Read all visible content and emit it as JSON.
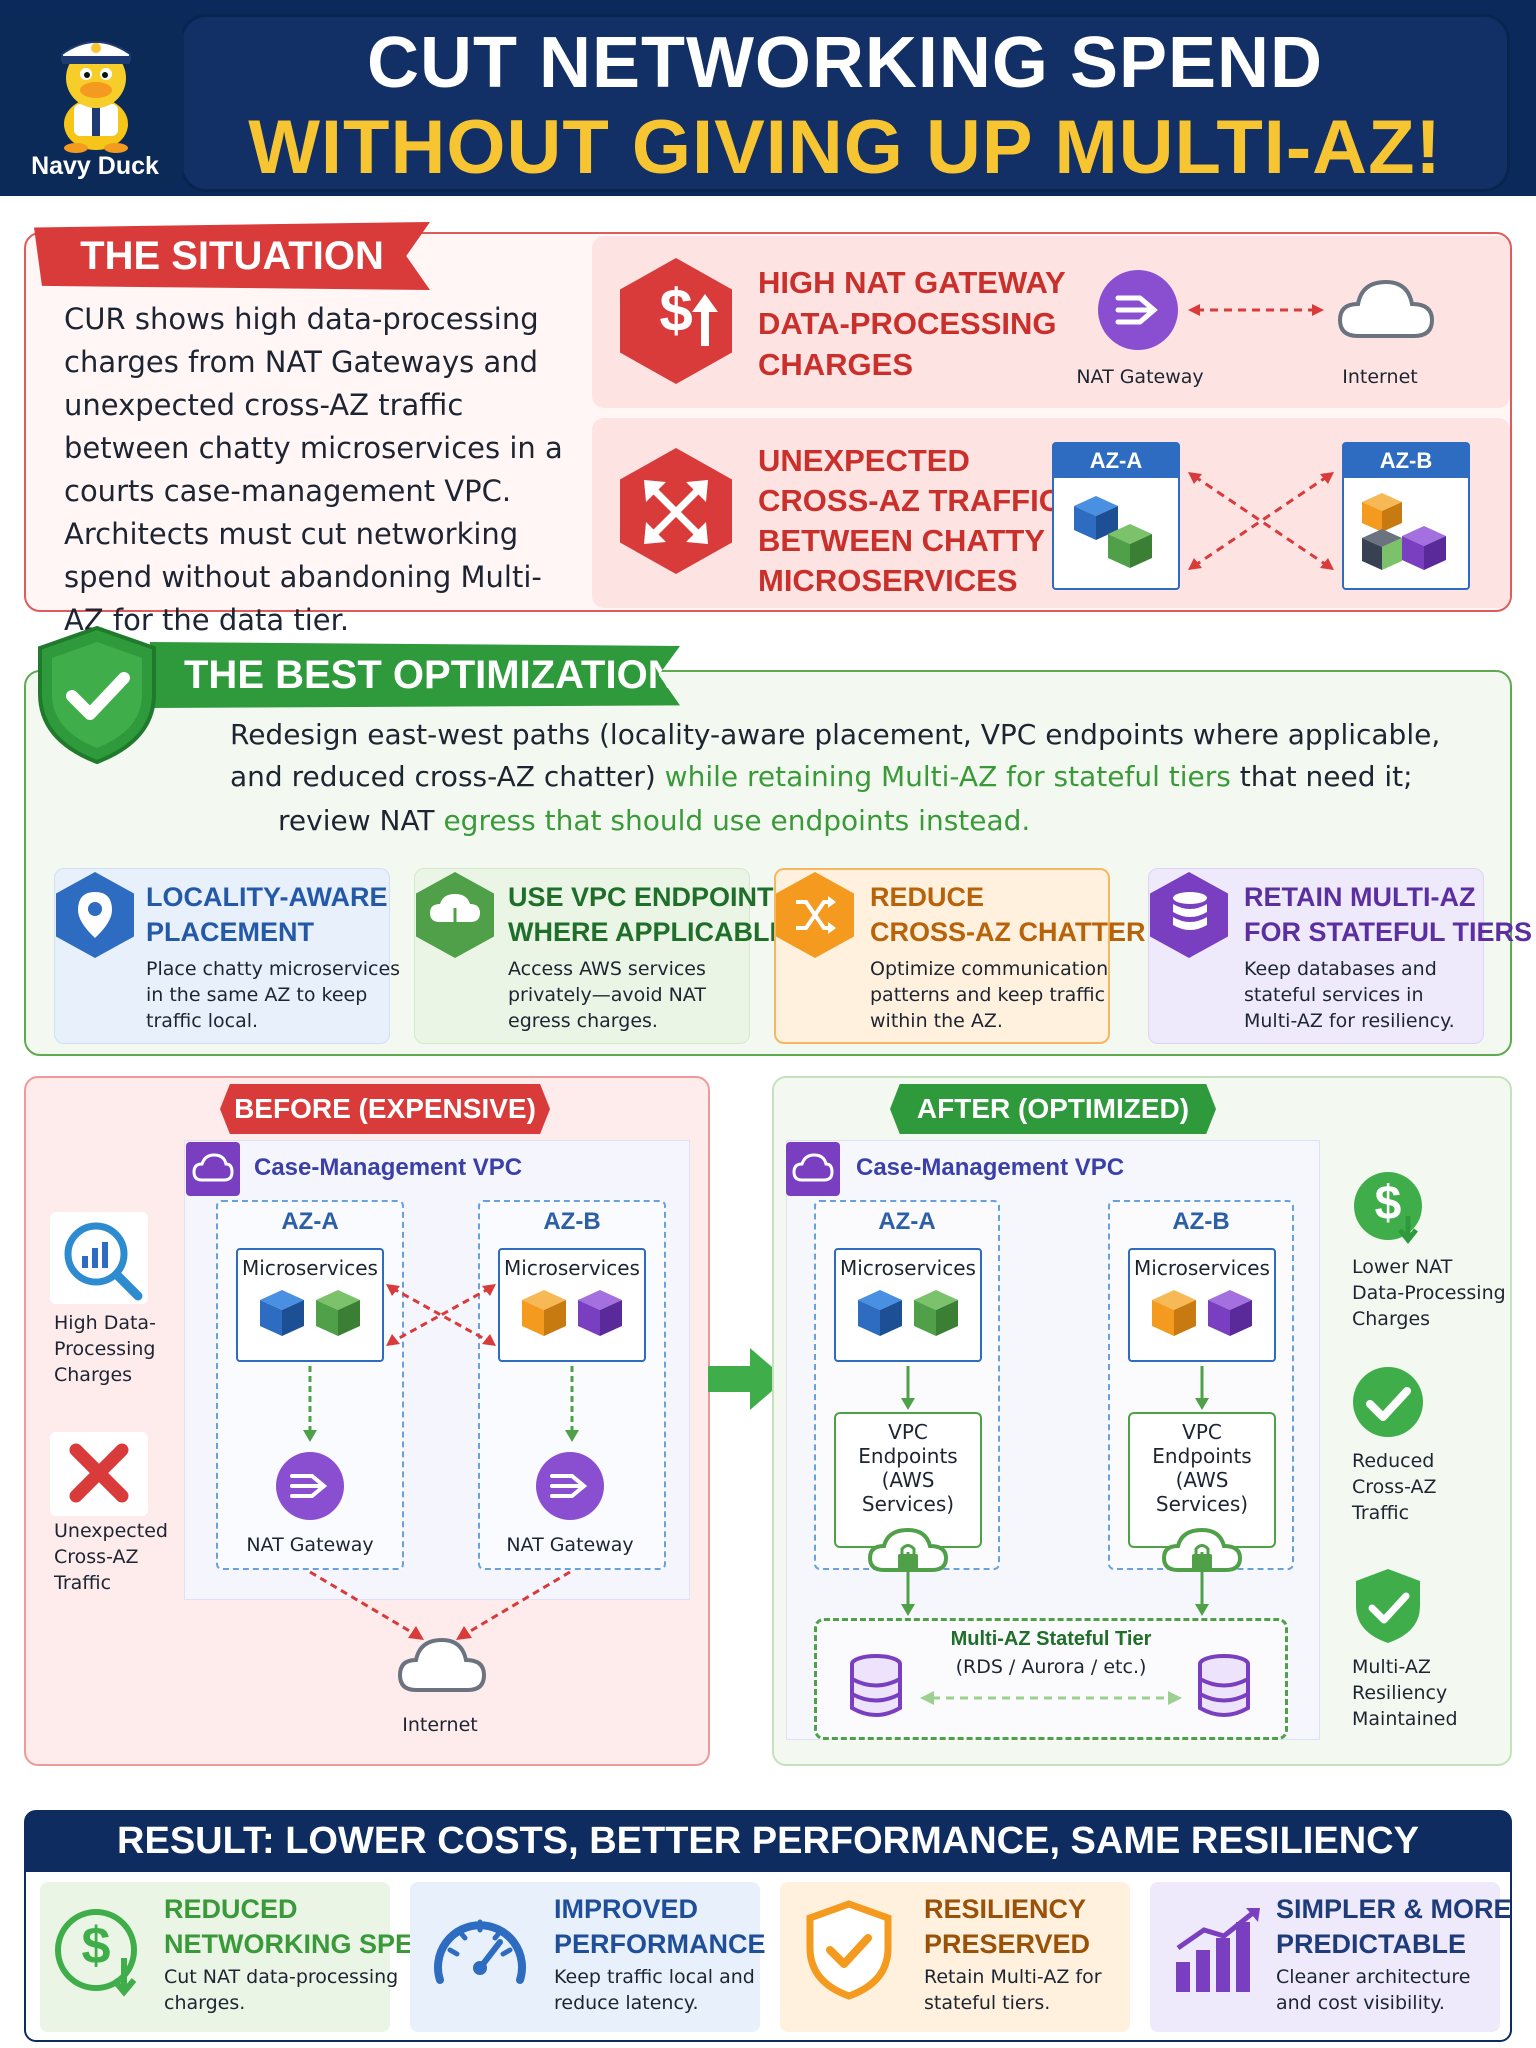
{
  "header": {
    "logo_text": "Navy Duck",
    "title_line1": "CUT NETWORKING SPEND",
    "title_line2": "WITHOUT GIVING UP MULTI-AZ!"
  },
  "situation": {
    "heading": "THE SITUATION",
    "text": "CUR shows high data-processing charges from NAT Gateways and unexpected cross-AZ traffic between chatty microservices in a courts case-management VPC. Architects must cut networking spend without abandoning Multi-AZ for the data tier.",
    "card1": {
      "icon_text": "$",
      "heading_lines": [
        "HIGH NAT GATEWAY",
        "DATA-PROCESSING",
        "CHARGES"
      ],
      "nat_label": "NAT Gateway",
      "internet_label": "Internet"
    },
    "card2": {
      "heading_lines": [
        "UNEXPECTED",
        "CROSS-AZ TRAFFIC",
        "BETWEEN CHATTY",
        "MICROSERVICES"
      ],
      "az_a": "AZ-A",
      "az_b": "AZ-B"
    }
  },
  "best": {
    "heading": "THE BEST OPTIMIZATION",
    "line1": "Redesign east-west paths (locality-aware placement, VPC endpoints where applicable,",
    "line2_a": "and reduced cross-AZ chatter)",
    "line2_b": "while retaining Multi-AZ for stateful tiers",
    "line2_c": "that need it;",
    "line3_a": "review NAT",
    "line3_b": "egress that should use endpoints instead.",
    "cards": [
      {
        "head_lines": [
          "LOCALITY-AWARE",
          "PLACEMENT"
        ],
        "desc_lines": [
          "Place chatty microservices",
          "in the same AZ to keep",
          "traffic local."
        ],
        "icon": "map-pin-icon"
      },
      {
        "head_lines": [
          "USE VPC ENDPOINTS",
          "WHERE APPLICABLE"
        ],
        "desc_lines": [
          "Access AWS services",
          "privately—avoid NAT",
          "egress charges."
        ],
        "icon": "cloud-network-icon"
      },
      {
        "head_lines": [
          "REDUCE",
          "CROSS-AZ CHATTER"
        ],
        "desc_lines": [
          "Optimize communication",
          "patterns and keep traffic",
          "within the AZ."
        ],
        "icon": "shuffle-arrows-icon"
      },
      {
        "head_lines": [
          "RETAIN MULTI-AZ",
          "FOR STATEFUL TIERS"
        ],
        "desc_lines": [
          "Keep databases and",
          "stateful services in",
          "Multi-AZ for resiliency."
        ],
        "icon": "database-icon"
      }
    ]
  },
  "before": {
    "heading": "BEFORE (EXPENSIVE)",
    "vpc_title": "Case-Management VPC",
    "az_a": "AZ-A",
    "az_b": "AZ-B",
    "microservices": "Microservices",
    "nat_gateway": "NAT Gateway",
    "internet": "Internet",
    "side1_lines": [
      "High Data-",
      "Processing",
      "Charges"
    ],
    "side2_lines": [
      "Unexpected",
      "Cross-AZ",
      "Traffic"
    ]
  },
  "after": {
    "heading": "AFTER (OPTIMIZED)",
    "vpc_title": "Case-Management VPC",
    "az_a": "AZ-A",
    "az_b": "AZ-B",
    "microservices": "Microservices",
    "vpce_line1": "VPC Endpoints",
    "vpce_line2": "(AWS Services)",
    "tier_line1": "Multi-AZ Stateful Tier",
    "tier_line2": "(RDS / Aurora / etc.)",
    "side1_lines": [
      "Lower NAT",
      "Data-Processing",
      "Charges"
    ],
    "side2_lines": [
      "Reduced",
      "Cross-AZ",
      "Traffic"
    ],
    "side3_lines": [
      "Multi-AZ",
      "Resiliency",
      "Maintained"
    ],
    "dollar": "$"
  },
  "result": {
    "title": "RESULT: LOWER COSTS, BETTER PERFORMANCE, SAME RESILIENCY",
    "cards": [
      {
        "head_lines": [
          "REDUCED",
          "NETWORKING SPEND"
        ],
        "desc_lines": [
          "Cut NAT data-processing",
          "charges."
        ]
      },
      {
        "head_lines": [
          "IMPROVED",
          "PERFORMANCE"
        ],
        "desc_lines": [
          "Keep traffic local and",
          "reduce latency."
        ]
      },
      {
        "head_lines": [
          "RESILIENCY",
          "PRESERVED"
        ],
        "desc_lines": [
          "Retain Multi-AZ for",
          "stateful tiers."
        ]
      },
      {
        "head_lines": [
          "SIMPLER & MORE",
          "PREDICTABLE"
        ],
        "desc_lines": [
          "Cleaner architecture",
          "and cost visibility."
        ]
      }
    ],
    "dollar": "$"
  },
  "colors": {
    "navy": "#0b2a5b",
    "red": "#d93a3a",
    "green": "#2f9a3c",
    "blue": "#2d6cc0",
    "orange": "#f39a1f",
    "purple": "#7a3fc0",
    "yellow": "#f7c531"
  }
}
